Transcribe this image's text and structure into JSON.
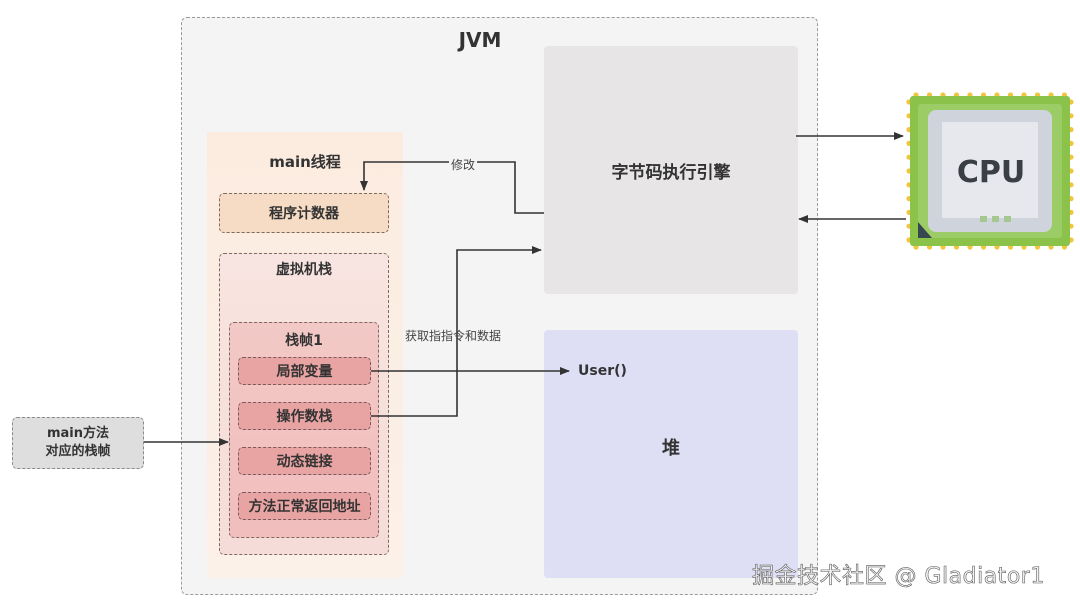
{
  "diagram": {
    "jvm_title": "JVM",
    "main_thread": {
      "title": "main线程",
      "program_counter": "程序计数器",
      "vm_stack": {
        "title": "虚拟机栈",
        "frame": {
          "title": "栈帧1",
          "items": [
            "局部变量",
            "操作数栈",
            "动态链接",
            "方法正常返回地址"
          ]
        }
      }
    },
    "main_method_frame": {
      "line1": "main方法",
      "line2": "对应的栈帧"
    },
    "execution_engine": "字节码执行引擎",
    "heap": {
      "title": "堆",
      "object": "User()"
    },
    "cpu": "CPU",
    "edges": {
      "modify": "修改",
      "fetch": "获取指指令和数据"
    },
    "colors": {
      "jvm_bg": "#f5f4f5",
      "thread_bg": "#fcece0",
      "pc_bg": "#f6dcc4",
      "frame_item_bg": "#e8a3a3",
      "engine_bg": "#e7e5e5",
      "heap_bg": "#dedff5",
      "cpu_green": "#8bc34a"
    }
  },
  "watermark": "掘金技术社区 @ Gladiator1"
}
